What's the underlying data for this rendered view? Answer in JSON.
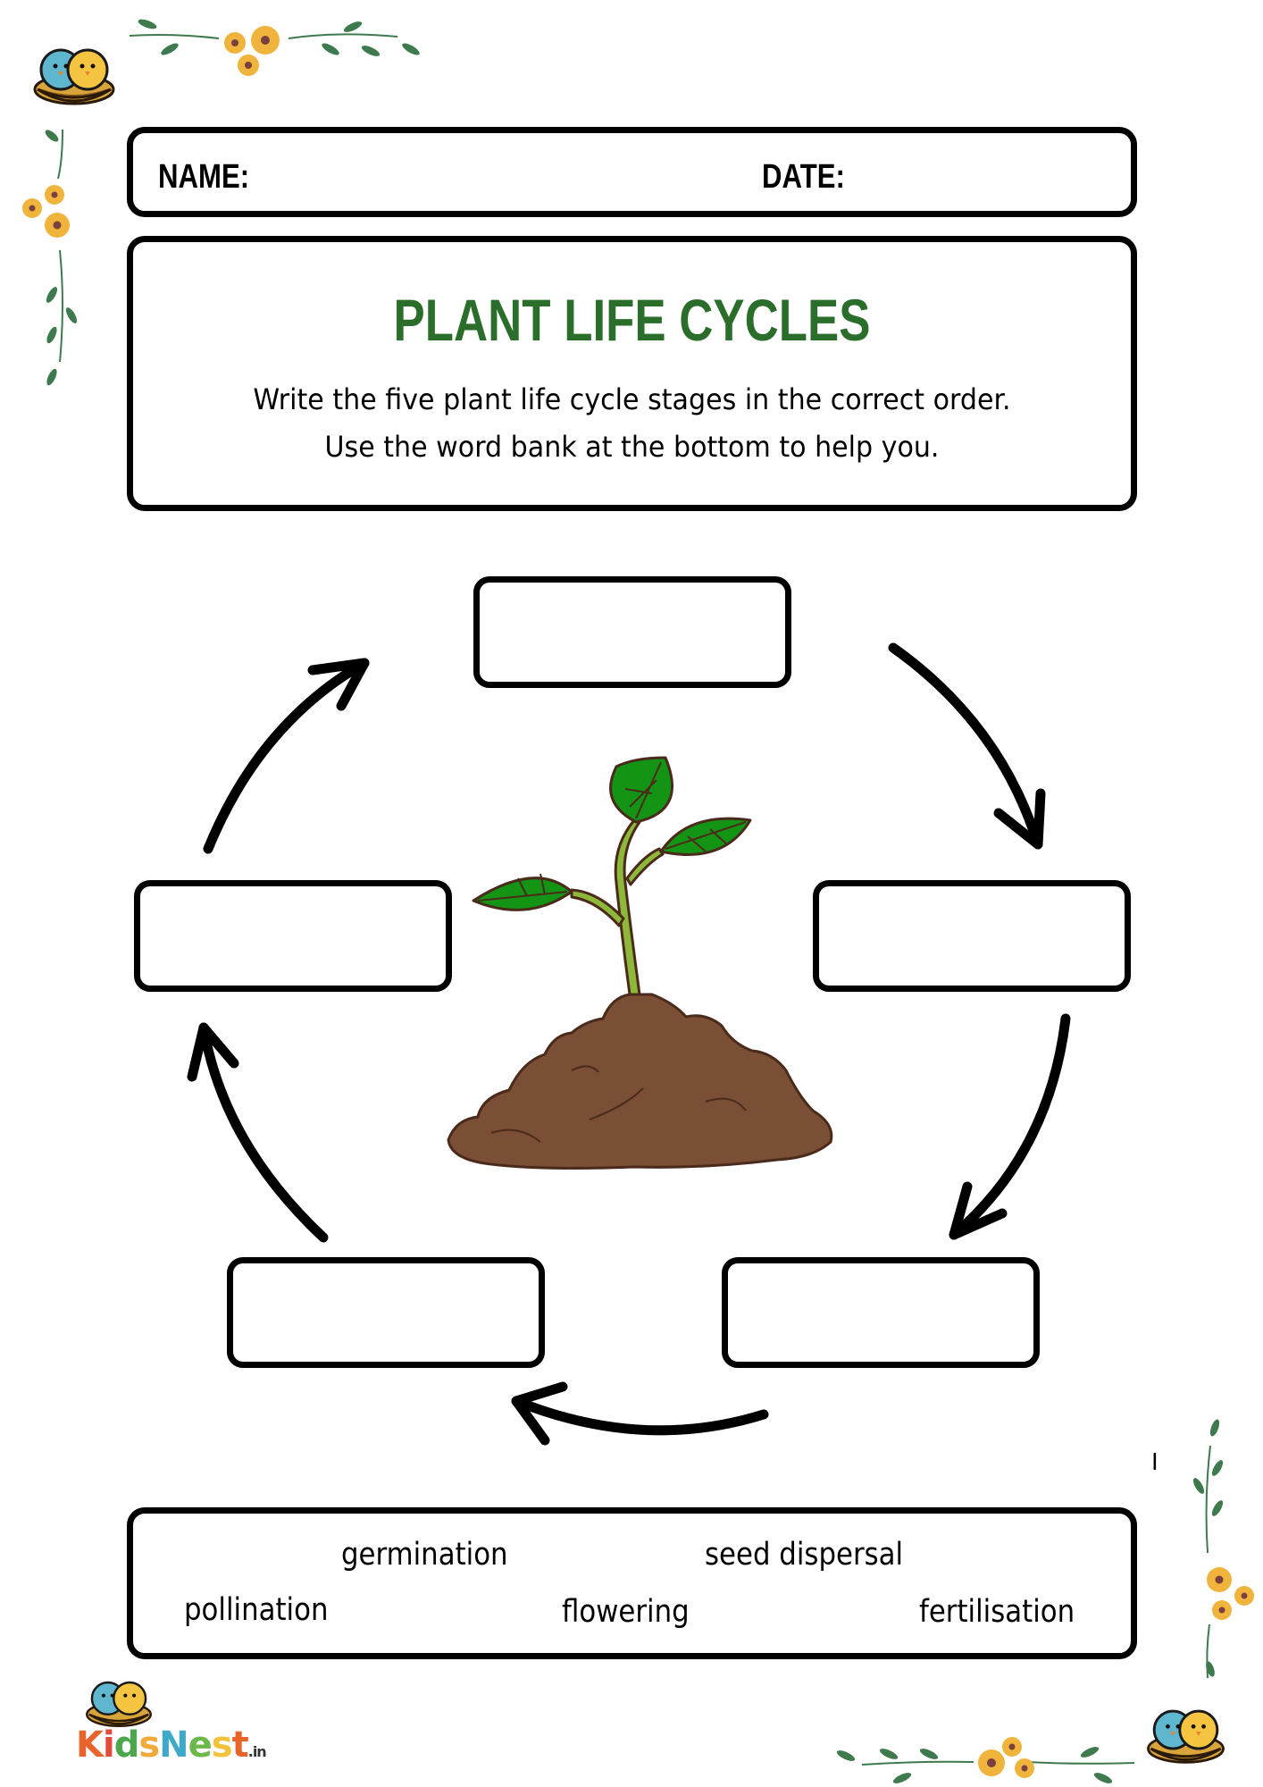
{
  "header": {
    "name_label": "NAME:",
    "date_label": "DATE:"
  },
  "title_box": {
    "title": "PLANT LIFE CYCLES",
    "instruction_line_1": "Write the five plant life cycle stages in the correct order.",
    "instruction_line_2": "Use the word bank at the bottom to help you."
  },
  "cycle": {
    "stage_boxes": [
      {
        "position": "top",
        "value": ""
      },
      {
        "position": "right",
        "value": ""
      },
      {
        "position": "bottom-right",
        "value": ""
      },
      {
        "position": "bottom-left",
        "value": ""
      },
      {
        "position": "left",
        "value": ""
      }
    ],
    "arrow_direction": "clockwise",
    "center_image": "seedling-in-soil-illustration"
  },
  "word_bank": {
    "words": [
      "germination",
      "seed dispersal",
      "pollination",
      "flowering",
      "fertilisation"
    ]
  },
  "stray_mark": "I",
  "branding": {
    "logo_text_parts": [
      "K",
      "i",
      "d",
      "s",
      "N",
      "e",
      "s",
      "t",
      ".in"
    ],
    "logo_colors": [
      "#E8642A",
      "#E24A3B",
      "#4CA64C",
      "#F2A93B",
      "#3FA9C9",
      "#6DB84A",
      "#F2C23B",
      "#E8642A",
      "#333333"
    ]
  },
  "colors": {
    "title_green": "#2B6E2B",
    "leaf_green": "#3E7A4E",
    "flower_yellow": "#F0B43C",
    "flower_center": "#7A3F3F",
    "plant_leaf": "#149414",
    "plant_stem": "#8DB83A",
    "soil": "#7B4F36",
    "outline": "#4A2A1A"
  }
}
